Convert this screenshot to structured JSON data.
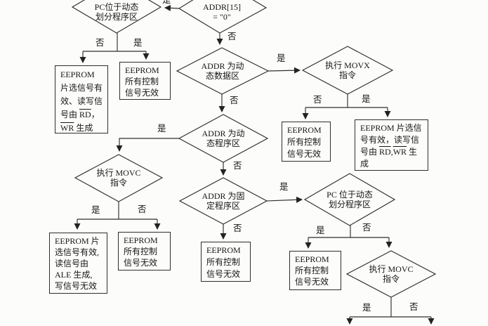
{
  "figure_type": "flowchart",
  "labels": {
    "yes": "是",
    "no": "否"
  },
  "colors": {
    "line": "#2e2e2e",
    "text": "#161616",
    "background": "#fcfcfa"
  },
  "nodes": {
    "d_pc_top": {
      "type": "decision",
      "lines": [
        [
          {
            "t": "PC位于动态"
          }
        ],
        [
          {
            "t": "划分程序区"
          }
        ]
      ]
    },
    "d_addr15": {
      "type": "decision",
      "lines": [
        [
          {
            "t": "ADDR[15]"
          }
        ],
        [
          {
            "t": "= \"0\""
          }
        ]
      ]
    },
    "d_dyn_data": {
      "type": "decision",
      "lines": [
        [
          {
            "t": "ADDR 为动"
          }
        ],
        [
          {
            "t": "态数据区"
          }
        ]
      ]
    },
    "d_movx": {
      "type": "decision",
      "lines": [
        [
          {
            "t": "执行 MOVX"
          }
        ],
        [
          {
            "t": "指令"
          }
        ]
      ]
    },
    "d_dyn_prog": {
      "type": "decision",
      "lines": [
        [
          {
            "t": "ADDR 为动"
          }
        ],
        [
          {
            "t": "态程序区"
          }
        ]
      ]
    },
    "d_fixed_prog": {
      "type": "decision",
      "lines": [
        [
          {
            "t": "ADDR 为固"
          }
        ],
        [
          {
            "t": "定程序区"
          }
        ]
      ]
    },
    "d_movc_left": {
      "type": "decision",
      "lines": [
        [
          {
            "t": "执行 MOVC"
          }
        ],
        [
          {
            "t": "指令"
          }
        ]
      ]
    },
    "d_pc_bottom": {
      "type": "decision",
      "lines": [
        [
          {
            "t": "PC 位于动态"
          }
        ],
        [
          {
            "t": "划分程序区"
          }
        ]
      ]
    },
    "d_movc_right": {
      "type": "decision",
      "lines": [
        [
          {
            "t": "执行 MOVC"
          }
        ],
        [
          {
            "t": "指令"
          }
        ]
      ]
    },
    "b_cs_rdwr": {
      "type": "process",
      "lines": [
        [
          {
            "t": "EEPROM"
          }
        ],
        [
          {
            "t": "片选信号有"
          }
        ],
        [
          {
            "t": "效、读写信"
          }
        ],
        [
          {
            "t": "号由 "
          },
          {
            "t": "RD",
            "ov": true
          },
          {
            "t": "，"
          }
        ],
        [
          {
            "t": "WR",
            "ov": true
          },
          {
            "t": " 生成"
          }
        ]
      ]
    },
    "b_all_pc_top": {
      "type": "process",
      "lines": [
        [
          {
            "t": "EEPROM"
          }
        ],
        [
          {
            "t": "所有控制"
          }
        ],
        [
          {
            "t": "信号无效"
          }
        ]
      ]
    },
    "b_all_movx": {
      "type": "process",
      "lines": [
        [
          {
            "t": "EEPROM"
          }
        ],
        [
          {
            "t": "所有控制"
          }
        ],
        [
          {
            "t": "信号无效"
          }
        ]
      ]
    },
    "b_cs_rdwr_wide": {
      "type": "process",
      "lines": [
        [
          {
            "t": "EEPROM 片选信"
          }
        ],
        [
          {
            "t": "号有效，读写信"
          }
        ],
        [
          {
            "t": "号由 "
          },
          {
            "t": "RD",
            "ov": true
          },
          {
            "t": ","
          },
          {
            "t": "WR",
            "ov": true
          },
          {
            "t": " 生"
          }
        ],
        [
          {
            "t": "成"
          }
        ]
      ]
    },
    "b_cs_ale": {
      "type": "process",
      "lines": [
        [
          {
            "t": "EEPROM 片"
          }
        ],
        [
          {
            "t": "选信号有效,"
          }
        ],
        [
          {
            "t": "读信号由"
          }
        ],
        [
          {
            "t": "ALE 生成,"
          }
        ],
        [
          {
            "t": "写信号无效"
          }
        ]
      ]
    },
    "b_all_movc_left": {
      "type": "process",
      "lines": [
        [
          {
            "t": "EEPROM"
          }
        ],
        [
          {
            "t": "所有控制"
          }
        ],
        [
          {
            "t": "信号无效"
          }
        ]
      ]
    },
    "b_all_fixed": {
      "type": "process",
      "lines": [
        [
          {
            "t": "EEPROM"
          }
        ],
        [
          {
            "t": "所有控制"
          }
        ],
        [
          {
            "t": "信号无效"
          }
        ]
      ]
    },
    "b_all_pc_bottom": {
      "type": "process",
      "lines": [
        [
          {
            "t": "EEPROM"
          }
        ],
        [
          {
            "t": "所有控制"
          }
        ],
        [
          {
            "t": "信号无效"
          }
        ]
      ]
    }
  },
  "edges": [
    {
      "from": "d_addr15",
      "to": "d_pc_top",
      "label": "是"
    },
    {
      "from": "d_addr15",
      "to": "d_dyn_data",
      "label": "否"
    },
    {
      "from": "d_pc_top",
      "to": "b_cs_rdwr",
      "label": "否"
    },
    {
      "from": "d_pc_top",
      "to": "b_all_pc_top",
      "label": "是"
    },
    {
      "from": "d_dyn_data",
      "to": "d_movx",
      "label": "是"
    },
    {
      "from": "d_dyn_data",
      "to": "d_dyn_prog",
      "label": "否"
    },
    {
      "from": "d_movx",
      "to": "b_all_movx",
      "label": "否"
    },
    {
      "from": "d_movx",
      "to": "b_cs_rdwr_wide",
      "label": "是"
    },
    {
      "from": "d_dyn_prog",
      "to": "d_movc_left",
      "label": "是"
    },
    {
      "from": "d_dyn_prog",
      "to": "d_fixed_prog",
      "label": "否"
    },
    {
      "from": "d_movc_left",
      "to": "b_cs_ale",
      "label": "是"
    },
    {
      "from": "d_movc_left",
      "to": "b_all_movc_left",
      "label": "否"
    },
    {
      "from": "d_fixed_prog",
      "to": "d_pc_bottom",
      "label": "是"
    },
    {
      "from": "d_fixed_prog",
      "to": "b_all_fixed",
      "label": "否"
    },
    {
      "from": "d_pc_bottom",
      "to": "b_all_pc_bottom",
      "label": "是"
    },
    {
      "from": "d_pc_bottom",
      "to": "d_movc_right",
      "label": "否"
    },
    {
      "from": "d_movc_right",
      "to": "(offscreen)",
      "label": "是"
    },
    {
      "from": "d_movc_right",
      "to": "(offscreen)",
      "label": "否"
    }
  ]
}
